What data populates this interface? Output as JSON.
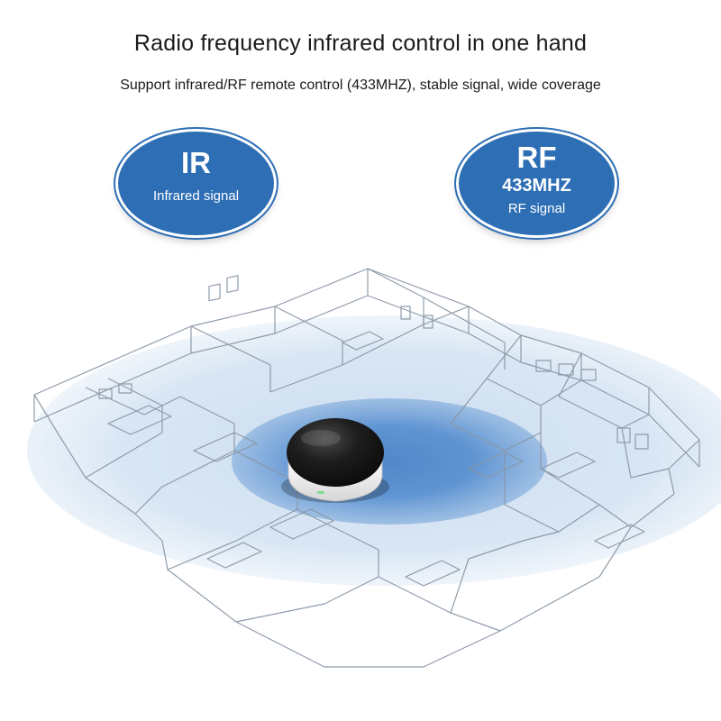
{
  "header": {
    "title": "Radio frequency infrared control in one hand",
    "subtitle": "Support infrared/RF remote control (433MHZ), stable signal, wide coverage"
  },
  "badges": {
    "ir": {
      "title": "IR",
      "label": "Infrared signal"
    },
    "rf": {
      "title": "RF",
      "frequency": "433MHZ",
      "label": "RF signal"
    }
  },
  "colors": {
    "badge_blue": "#2d6eb5",
    "coverage_outer": "#bcd3ea",
    "coverage_inner": "#3f7fc9",
    "device_top": "#151515",
    "device_base": "#f2f2f2"
  }
}
